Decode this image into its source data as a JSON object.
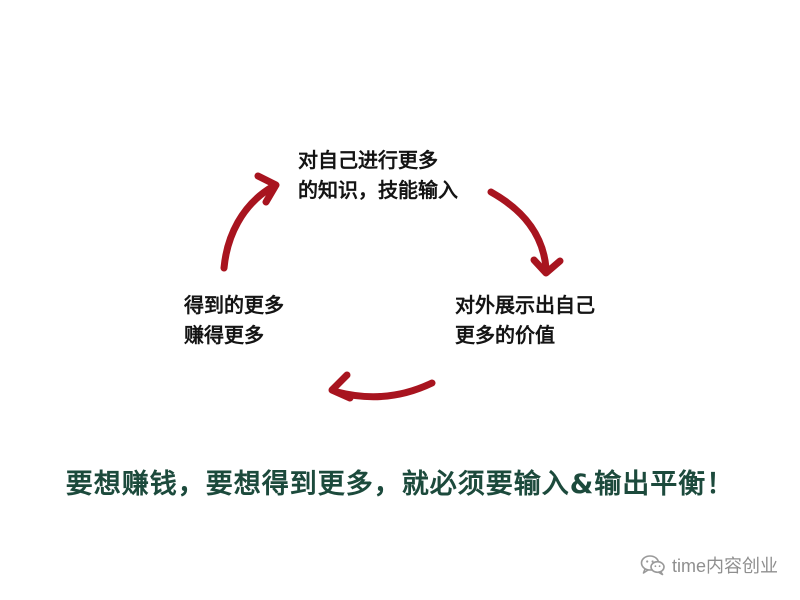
{
  "nodes": {
    "top": [
      "对自己进行更多",
      "的知识，技能输入"
    ],
    "right": [
      "对外展示出自己",
      "更多的价值"
    ],
    "left": [
      "得到的更多",
      "赚得更多"
    ]
  },
  "caption": "要想赚钱，要想得到更多，就必须要输入&输出平衡！",
  "watermark": "time内容创业",
  "colors": {
    "arrow": "#a8141f",
    "caption": "#1c4a3c",
    "node_text": "#141414",
    "watermark": "#8f8f8f"
  },
  "icons": {
    "watermark": "wechat-icon"
  }
}
